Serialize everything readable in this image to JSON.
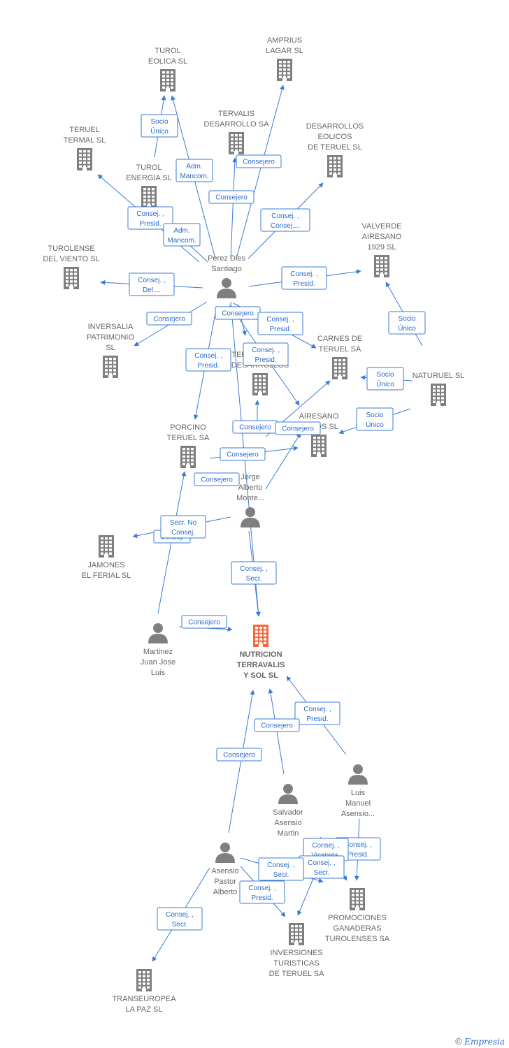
{
  "colors": {
    "edge": "#3a7bd5",
    "company": "#7f7f7f",
    "person": "#7f7f7f",
    "main": "#f26a3f"
  },
  "nodes": [
    {
      "id": "turol_eolica",
      "type": "company",
      "lines": [
        "TUROL",
        "EOLICA SL"
      ]
    },
    {
      "id": "amprius",
      "type": "company",
      "lines": [
        "AMPRIUS",
        "LAGAR SL"
      ]
    },
    {
      "id": "teruel_termal",
      "type": "company",
      "lines": [
        "TERUEL",
        "TERMAL SL"
      ]
    },
    {
      "id": "tervalis",
      "type": "company",
      "lines": [
        "TERVALIS",
        "DESARROLLO SA"
      ]
    },
    {
      "id": "desarrollos",
      "type": "company",
      "lines": [
        "DESARROLLOS",
        "EOLICOS",
        "DE TERUEL SL"
      ]
    },
    {
      "id": "turol_energia",
      "type": "company",
      "lines": [
        "TUROL",
        "ENERGIA SL"
      ]
    },
    {
      "id": "valverde",
      "type": "company",
      "lines": [
        "VALVERDE",
        "AIRESANO",
        "1929  SL"
      ]
    },
    {
      "id": "turolense",
      "type": "company",
      "lines": [
        "TUROLENSE",
        "DEL VIENTO SL"
      ]
    },
    {
      "id": "perez",
      "type": "person",
      "lines": [
        "Perez Dies",
        "Santiago"
      ]
    },
    {
      "id": "inversalia",
      "type": "company",
      "lines": [
        "INVERSALIA",
        "PATRIMONIO",
        "SL"
      ]
    },
    {
      "id": "carnes",
      "type": "company",
      "lines": [
        "CARNES DE",
        "TERUEL SA"
      ]
    },
    {
      "id": "terraiberica",
      "type": "company",
      "lines": [
        "TERRAIBERICA",
        "DESARROLLOS"
      ]
    },
    {
      "id": "naturuel",
      "type": "company",
      "lines": [
        "NATURUEL  SL"
      ]
    },
    {
      "id": "airesano",
      "type": "company",
      "lines": [
        "AIRESANO",
        "FOODS  SL"
      ]
    },
    {
      "id": "porcino",
      "type": "company",
      "lines": [
        "PORCINO",
        "TERUEL SA"
      ]
    },
    {
      "id": "jorge",
      "type": "person",
      "lines": [
        "Jorge",
        "Alberto",
        "Monte..."
      ]
    },
    {
      "id": "jamones",
      "type": "company",
      "lines": [
        "JAMONES",
        "EL FERIAL SL"
      ]
    },
    {
      "id": "martinez",
      "type": "person",
      "lines": [
        "Martinez",
        "Juan Jose",
        "Luis"
      ]
    },
    {
      "id": "nutricion",
      "type": "main",
      "lines": [
        "NUTRICION",
        "TERRAVALIS",
        "Y SOL  SL"
      ]
    },
    {
      "id": "luis",
      "type": "person",
      "lines": [
        "Luis",
        "Manuel",
        "Asensio..."
      ]
    },
    {
      "id": "salvador",
      "type": "person",
      "lines": [
        "Salvador",
        "Asensio",
        "Martin"
      ]
    },
    {
      "id": "asensio",
      "type": "person",
      "lines": [
        "Asensio",
        "Pastor",
        "Alberto"
      ]
    },
    {
      "id": "promociones",
      "type": "company",
      "lines": [
        "PROMOCIONES",
        "GANADERAS",
        "TUROLENSES SA"
      ]
    },
    {
      "id": "inversiones",
      "type": "company",
      "lines": [
        "INVERSIONES",
        "TURISTICAS",
        "DE TERUEL SA"
      ]
    },
    {
      "id": "transeuropea",
      "type": "company",
      "lines": [
        "TRANSEUROPEA",
        "LA PAZ SL"
      ]
    }
  ],
  "edge_labels": [
    {
      "id": "e1",
      "lines": [
        "Socio",
        "Único"
      ]
    },
    {
      "id": "e2",
      "lines": [
        "Adm.",
        "Mancom."
      ]
    },
    {
      "id": "e3",
      "lines": [
        "Consejero"
      ]
    },
    {
      "id": "e4",
      "lines": [
        "Consejero"
      ]
    },
    {
      "id": "e5",
      "lines": [
        "Consej. ,",
        "Consej...."
      ]
    },
    {
      "id": "e6",
      "lines": [
        "Consej. ,",
        "Presid."
      ]
    },
    {
      "id": "e7",
      "lines": [
        "Adm.",
        "Mancom."
      ]
    },
    {
      "id": "e8",
      "lines": [
        "Consej. ,",
        "Del...."
      ]
    },
    {
      "id": "e9",
      "lines": [
        "Consej. ,",
        "Presid."
      ]
    },
    {
      "id": "e10",
      "lines": [
        "Consejero"
      ]
    },
    {
      "id": "e11",
      "lines": [
        "Consejero"
      ]
    },
    {
      "id": "e12",
      "lines": [
        "Consej. ,",
        "Presid."
      ]
    },
    {
      "id": "e13",
      "lines": [
        "Consej. ,",
        "Presid."
      ]
    },
    {
      "id": "e14",
      "lines": [
        "Consej. ,",
        "Presid."
      ]
    },
    {
      "id": "e15",
      "lines": [
        "Socio",
        "Único"
      ]
    },
    {
      "id": "e16",
      "lines": [
        "Socio",
        "Único"
      ]
    },
    {
      "id": "e17",
      "lines": [
        "Socio",
        "Único"
      ]
    },
    {
      "id": "e18",
      "lines": [
        "Consejero"
      ]
    },
    {
      "id": "e19",
      "lines": [
        "Consejero"
      ]
    },
    {
      "id": "e20",
      "lines": [
        "Consejero"
      ]
    },
    {
      "id": "e21",
      "lines": [
        "Consejero"
      ]
    },
    {
      "id": "e22",
      "lines": [
        "Consej."
      ]
    },
    {
      "id": "e23",
      "lines": [
        "Secr.  No",
        "Consej."
      ]
    },
    {
      "id": "e24",
      "lines": [
        "Consej. ,",
        "Secr."
      ]
    },
    {
      "id": "e25",
      "lines": [
        "Consejero"
      ]
    },
    {
      "id": "e26",
      "lines": [
        "Consej. ,",
        "Presid."
      ]
    },
    {
      "id": "e27",
      "lines": [
        "Consejero"
      ]
    },
    {
      "id": "e28",
      "lines": [
        "Consejero"
      ]
    },
    {
      "id": "e29",
      "lines": [
        "Consej. ,",
        "Presid."
      ]
    },
    {
      "id": "e30",
      "lines": [
        "Consej. ,",
        "Vicepres."
      ]
    },
    {
      "id": "e31",
      "lines": [
        "Consej. ,",
        "Secr."
      ]
    },
    {
      "id": "e32",
      "lines": [
        "Consej. ,",
        "Secr."
      ]
    },
    {
      "id": "e33",
      "lines": [
        "Consej. ,",
        "Presid."
      ]
    },
    {
      "id": "e34",
      "lines": [
        "Consej. ,",
        "Secr."
      ]
    }
  ],
  "footer": {
    "copyright": "©",
    "brand": "Empresia"
  }
}
